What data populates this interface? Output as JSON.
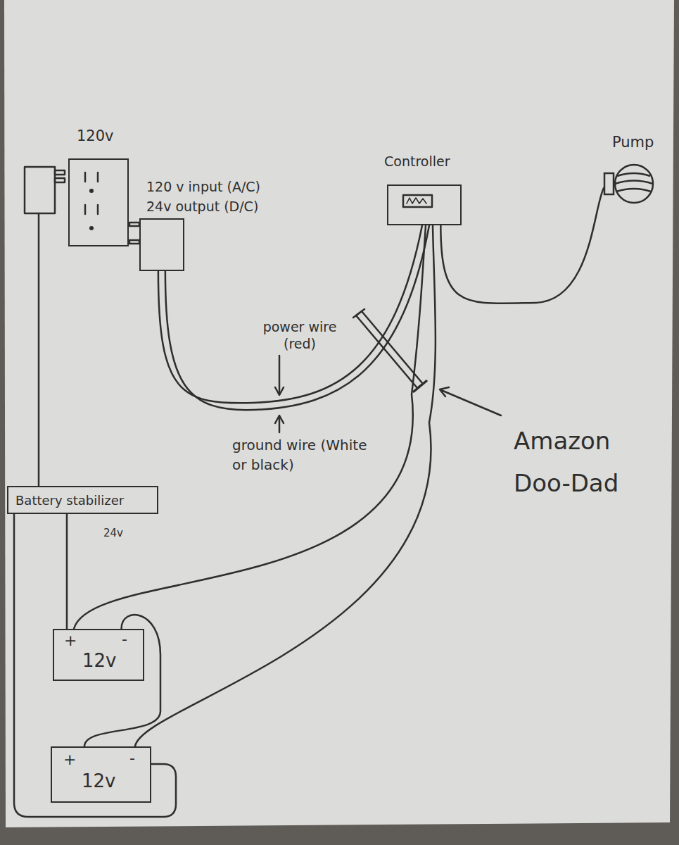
{
  "diagram": {
    "nodes": [
      {
        "text": [
          "120v"
        ]
      },
      {
        "text": [
          "120 v input (A/C)",
          "24v output (D/C)"
        ]
      },
      {
        "text": [
          "Controller"
        ]
      },
      {
        "text": [
          "Pump"
        ]
      },
      {
        "text": [
          "Battery stabilizer",
          "24v"
        ]
      },
      {
        "text": [
          "+",
          "-",
          "12v"
        ]
      },
      {
        "text": [
          "+",
          "-",
          "12v"
        ]
      }
    ],
    "edges": [
      {
        "from": 1,
        "to": 2,
        "arrow": "none"
      },
      {
        "from": 2,
        "to": 3,
        "arrow": "none"
      },
      {
        "from": 4,
        "to": 5,
        "arrow": "none"
      },
      {
        "from": 4,
        "to": 6,
        "arrow": "none"
      },
      {
        "from": 5,
        "to": 6,
        "arrow": "none"
      },
      {
        "from": 5,
        "to": 2,
        "arrow": "none"
      },
      {
        "from": 6,
        "to": 2,
        "arrow": "none"
      }
    ],
    "labels": [
      "power wire (red)",
      "ground wire (White or black)",
      "Amazon Doo-Dad"
    ]
  }
}
